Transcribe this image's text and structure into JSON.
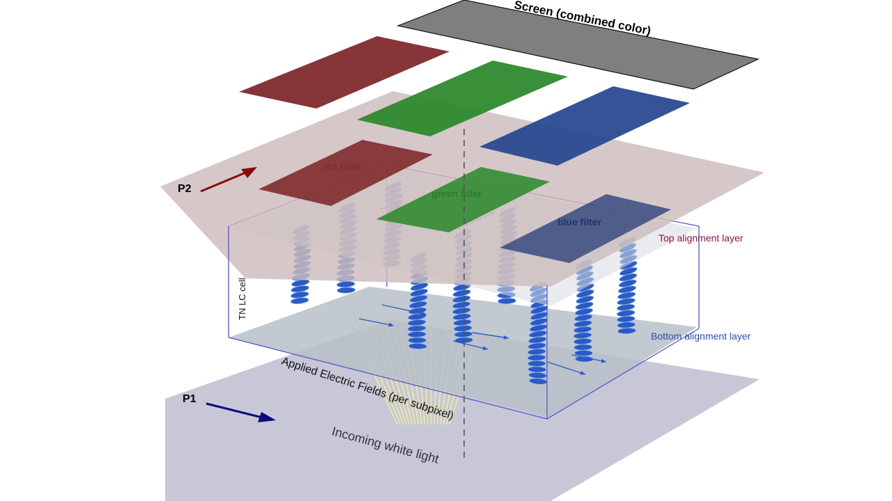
{
  "labels": {
    "screen": "Screen (combined color)",
    "red_filter": "red filter",
    "green_filter": "green filter",
    "blue_filter": "blue filter",
    "top_alignment": "Top alignment layer",
    "bottom_alignment": "Bottom alignment layer",
    "tn_cell": "TN LC cell",
    "electric_fields": "Applied Electric Fields (per subpixel)",
    "incoming_light": "Incoming white light",
    "p1": "P1",
    "p2": "P2"
  },
  "colors": {
    "screen": "#7f7f7f",
    "red": "#7f2a2e",
    "green": "#2e8a2e",
    "blue": "#2b4a92",
    "polarizer_p2": "#cdbcbc",
    "polarizer_p1": "#c4c4d6",
    "alignment_layer": "#c9cfd6",
    "cell_edge": "#5555cc",
    "lc_molecule": "#2a5bc4",
    "field_line": "#e8e6a8",
    "p1_arrow": "#0a0a80",
    "p2_arrow": "#8a0a0a",
    "top_label": "#8a1050",
    "bottom_label": "#2a50b0"
  },
  "icons": {
    "p1_arrow": "polarization-arrow-icon",
    "p2_arrow": "polarization-arrow-icon",
    "lc_molecule": "ellipsoid-molecule-icon"
  }
}
